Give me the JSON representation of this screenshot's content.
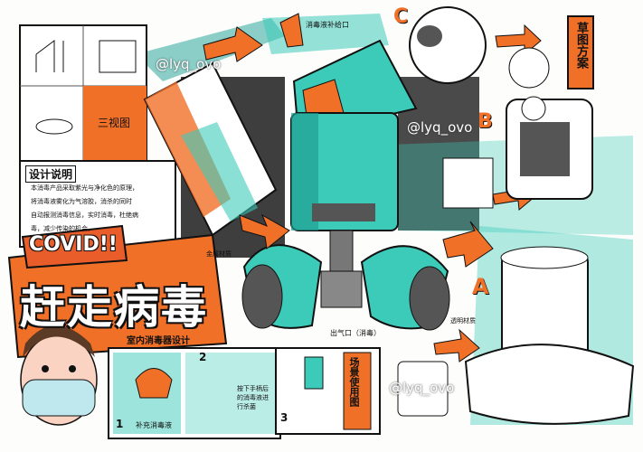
{
  "watermarks": [
    {
      "handle": "@lyq_ovo"
    },
    {
      "handle": "@lyq_ovo"
    },
    {
      "handle": "@lyq_ovo"
    }
  ],
  "labels": {
    "three_views": "三视图",
    "design_heading": "设计说明",
    "design_text_1": "本消毒产品采取紫光与净化色的原理，",
    "design_text_2": "将消毒液雾化为气溶胶，消杀的同时",
    "design_text_3": "自动报测消毒信息，实时消毒，杜绝病",
    "design_text_4": "毒，减少传染的机会。",
    "covid": "COVID!!",
    "main_title": "赶走病毒",
    "subtitle": "室内消毒器设计",
    "sketch_plan": "草图方案",
    "usage_title": "场景使用图",
    "step_1": "1",
    "step_2": "2",
    "step_3": "3",
    "add_liquid": "补充消毒液",
    "step2_caption": "按下手柄后的消毒液进行杀菌",
    "outlet_note": "出气口（消毒）",
    "inlet_note": "消毒液补给口",
    "metal_note": "金属材质",
    "transparent_note": "透明材质",
    "letter_a": "A",
    "letter_b": "B",
    "letter_c": "C"
  },
  "colors": {
    "teal": "#3ccbb9",
    "teal_dark": "#1f9e92",
    "orange": "#f07028",
    "ink": "#111111",
    "gray_dark": "#4a4a4a"
  }
}
